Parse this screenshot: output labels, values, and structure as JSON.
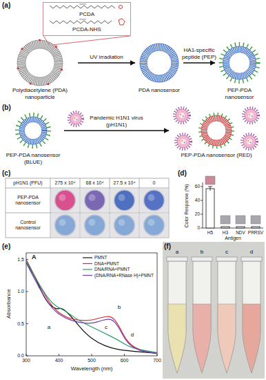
{
  "diagram": {
    "nodes": [
      {
        "text": [
          "PCDA",
          "PCDA-NHS"
        ]
      },
      {
        "text": [
          "Polydiacetylene (PDA) nanoparticle"
        ]
      },
      {
        "text": [
          "PDA nanosensor"
        ]
      },
      {
        "text": [
          "PEP-PDA nanosensor"
        ]
      },
      {
        "text": [
          "PEP-PDA nanosensor (BLUE)"
        ]
      },
      {
        "text": [
          "PEP-PDA nanosensor (RED)"
        ]
      }
    ],
    "edges": [
      {
        "from": 1,
        "to": 2,
        "label": "UV irradiation",
        "arrow": "to"
      },
      {
        "from": 2,
        "to": 3,
        "label": "HA1-specific peptide (PEP)",
        "arrow": "to"
      },
      {
        "from": 4,
        "to": 5,
        "label": "Pandemic H1N1 virus (pH1N1)",
        "arrow": "to"
      }
    ],
    "labels": [
      "(a)",
      "(b)",
      "(c)",
      "pH1N1 (PFU)",
      "275 x 10⁴",
      "68 x 10⁴",
      "27.5 x 10⁴",
      "0",
      "PEP-PDA nanosensor",
      "Control nanosensor",
      "(d)",
      "Color Response (%)",
      "60",
      "40",
      "20",
      "0",
      "H5",
      "H3",
      "NDV",
      "PRRSV",
      "Antigen",
      "(e)",
      "A",
      "Absorbance",
      "Wavelength (nm)",
      "300",
      "400",
      "500",
      "600",
      "700",
      "1.5",
      "1.0",
      "0.5",
      "0.0",
      "a",
      "b",
      "c",
      "d",
      "(f)",
      "a",
      "b",
      "c",
      "d"
    ],
    "legend": [
      {
        "text": "PMNT"
      },
      {
        "text": "DNA+PMNT"
      },
      {
        "text": "DNA/RNA+PMNT"
      },
      {
        "text": "(DNA/RNA+RNase H)+PMNT"
      }
    ]
  }
}
